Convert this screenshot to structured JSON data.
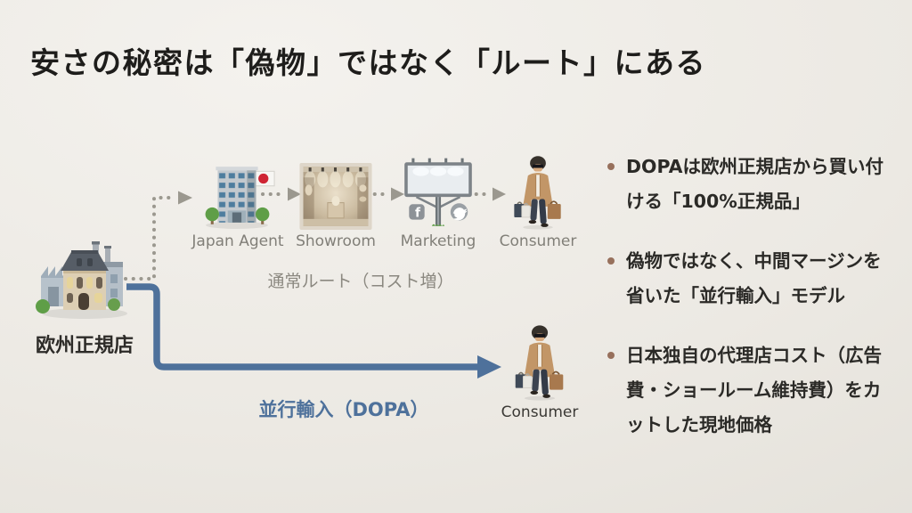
{
  "slide": {
    "title": "安さの秘密は「偽物」ではなく「ルート」にある",
    "colors": {
      "background": "#ece9e3",
      "title_text": "#1e1d1b",
      "gray_label": "#817f78",
      "route_blue": "#4e719b",
      "bullet_dot": "#97705c",
      "body_text": "#2b2a27"
    }
  },
  "diagram": {
    "source": {
      "label": "欧州正規店",
      "icon": "europe-building-icon"
    },
    "normal_route": {
      "label": "通常ルート（コスト増）",
      "steps": [
        {
          "label": "Japan Agent",
          "icon": "japan-agent-building-icon"
        },
        {
          "label": "Showroom",
          "icon": "showroom-icon"
        },
        {
          "label": "Marketing",
          "icon": "billboard-icon"
        },
        {
          "label": "Consumer",
          "icon": "shopper-icon"
        }
      ]
    },
    "parallel_route": {
      "label": "並行輸入（DOPA）",
      "destination": {
        "label": "Consumer",
        "icon": "shopper-icon"
      }
    }
  },
  "bullets": [
    "DOPAは欧州正規店から買い付ける「100%正規品」",
    "偽物ではなく、中間マージンを省いた「並行輸入」モデル",
    "日本独自の代理店コスト（広告費・ショールーム維持費）をカットした現地価格"
  ]
}
